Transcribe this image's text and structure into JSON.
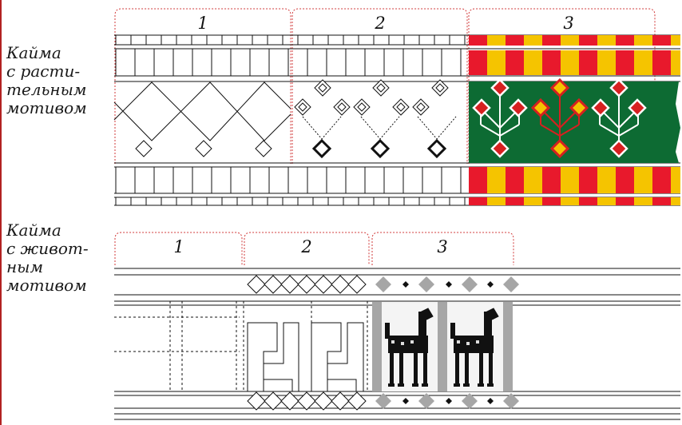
{
  "section_plant": {
    "label_lines": [
      "Кайма",
      "с расти-",
      "тельным",
      "мотивом"
    ],
    "columns": [
      "1",
      "2",
      "3"
    ]
  },
  "section_animal": {
    "label_lines": [
      "Кайма",
      "с живот-",
      "ным",
      "мотивом"
    ],
    "columns": [
      "1",
      "2",
      "3"
    ]
  },
  "colors": {
    "guide_red": "#d23a3a",
    "stripe_red": "#e8192c",
    "stripe_yellow": "#f5c400",
    "ornament_green": "#0d6b33",
    "diamond_gray": "#a6a6a6",
    "ink": "#111111"
  }
}
